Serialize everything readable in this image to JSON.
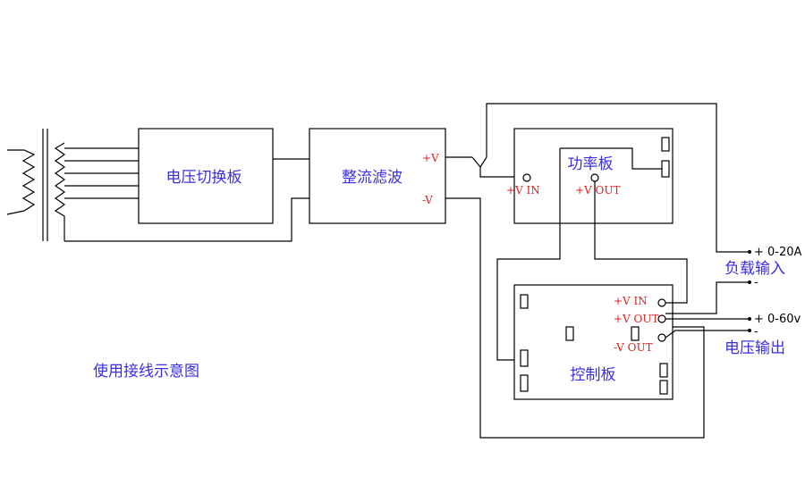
{
  "blocks": {
    "voltage_switch_board": "电压切换板",
    "rectifier_filter": "整流滤波",
    "power_board": "功率板",
    "control_board": "控制板"
  },
  "rectifier_terms": {
    "plus": "+V",
    "minus": "-V"
  },
  "power_board_terms": {
    "vin": "+V IN",
    "vout": "+V OUT"
  },
  "control_board_terms": {
    "vin": "+V IN",
    "vout": "+V OUT",
    "vneg": "-V OUT"
  },
  "outputs": {
    "load_input_plus": "+ 0-20A",
    "load_input_minus": "-",
    "load_input_label": "负载输入",
    "voltage_output_plus": "+ 0-60v",
    "voltage_output_minus": "-",
    "voltage_output_label": "电压输出"
  },
  "caption": "使用接线示意图",
  "colors": {
    "label_blue": "#3a2ee6",
    "terminal_red": "#e02020",
    "line": "#000000"
  }
}
